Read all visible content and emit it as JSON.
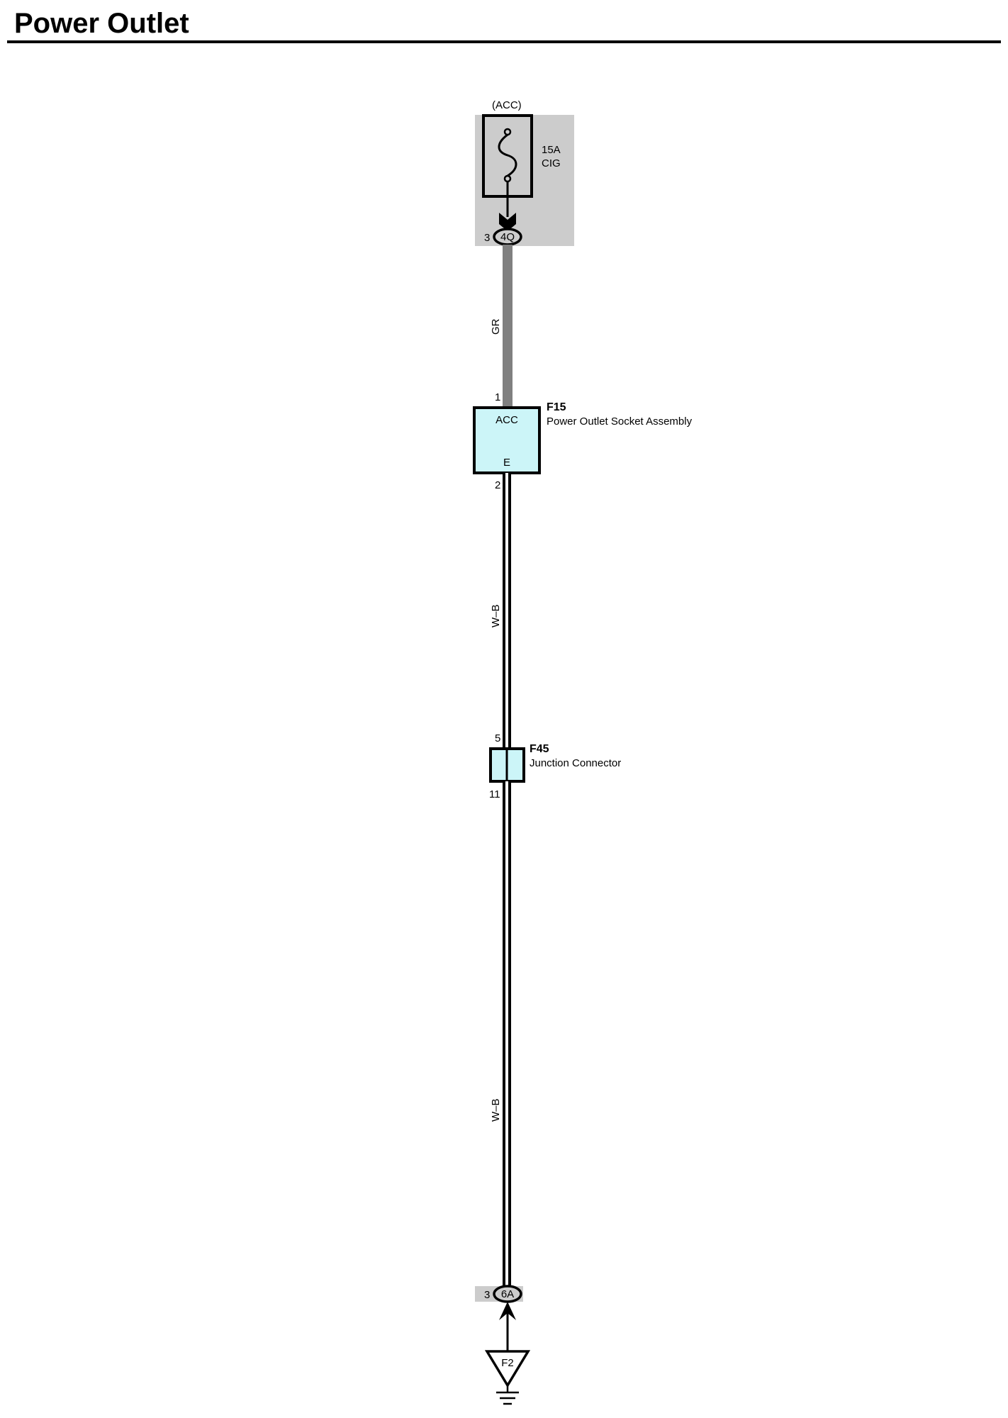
{
  "title": "Power Outlet",
  "fuse": {
    "power_source": "(ACC)",
    "rating": "15A",
    "name": "CIG",
    "pin": "3",
    "connector": "4Q"
  },
  "wires": [
    {
      "color_code": "GR"
    },
    {
      "color_code": "W–B"
    },
    {
      "color_code": "W–B"
    }
  ],
  "socket": {
    "code": "F15",
    "name": "Power Outlet Socket Assembly",
    "pin_top": "1",
    "pin_bottom": "2",
    "terminal_top": "ACC",
    "terminal_bottom": "E"
  },
  "junction": {
    "code": "F45",
    "name": "Junction Connector",
    "pin_top": "5",
    "pin_bottom": "11"
  },
  "ground_connector": {
    "pin": "3",
    "connector": "6A"
  },
  "ground": {
    "code": "F2"
  },
  "colors": {
    "block_bg": "#cccccc",
    "component_fill": "#ccf5f8",
    "wire_gr": "#808080",
    "wire_wb": "#000000"
  }
}
